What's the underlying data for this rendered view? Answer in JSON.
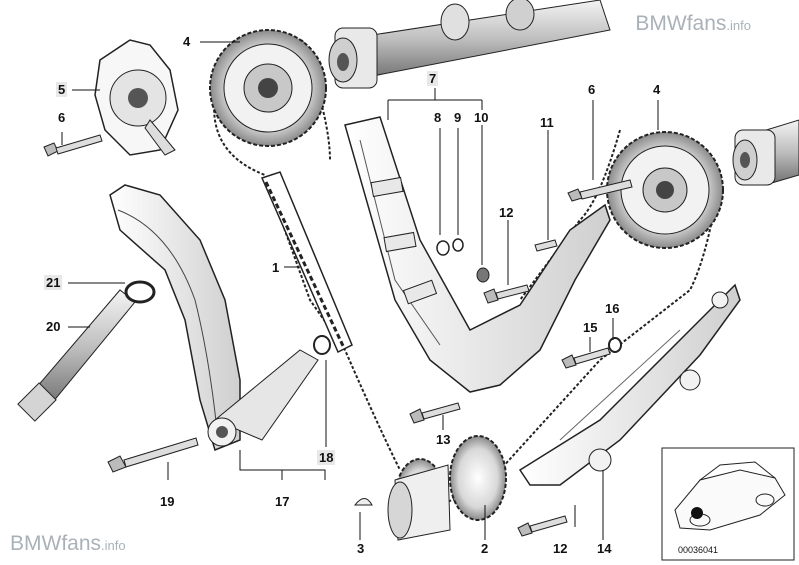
{
  "watermark_top": {
    "brand": "BMWfans",
    "suffix": ".info"
  },
  "watermark_bottom": {
    "brand": "BMWfans",
    "suffix": ".info"
  },
  "inset": {
    "code": "00036041"
  },
  "callouts": [
    {
      "id": "c4a",
      "label": "4"
    },
    {
      "id": "c5",
      "label": "5"
    },
    {
      "id": "c6a",
      "label": "6"
    },
    {
      "id": "c7",
      "label": "7"
    },
    {
      "id": "c8",
      "label": "8"
    },
    {
      "id": "c9",
      "label": "9"
    },
    {
      "id": "c10",
      "label": "10"
    },
    {
      "id": "c11",
      "label": "11"
    },
    {
      "id": "c6b",
      "label": "6"
    },
    {
      "id": "c4b",
      "label": "4"
    },
    {
      "id": "c12a",
      "label": "12"
    },
    {
      "id": "c1",
      "label": "1"
    },
    {
      "id": "c21",
      "label": "21"
    },
    {
      "id": "c20",
      "label": "20"
    },
    {
      "id": "c16",
      "label": "16"
    },
    {
      "id": "c15",
      "label": "15"
    },
    {
      "id": "c13",
      "label": "13"
    },
    {
      "id": "c18",
      "label": "18"
    },
    {
      "id": "c17",
      "label": "17"
    },
    {
      "id": "c19",
      "label": "19"
    },
    {
      "id": "c3",
      "label": "3"
    },
    {
      "id": "c2",
      "label": "2"
    },
    {
      "id": "c12b",
      "label": "12"
    },
    {
      "id": "c14",
      "label": "14"
    }
  ]
}
